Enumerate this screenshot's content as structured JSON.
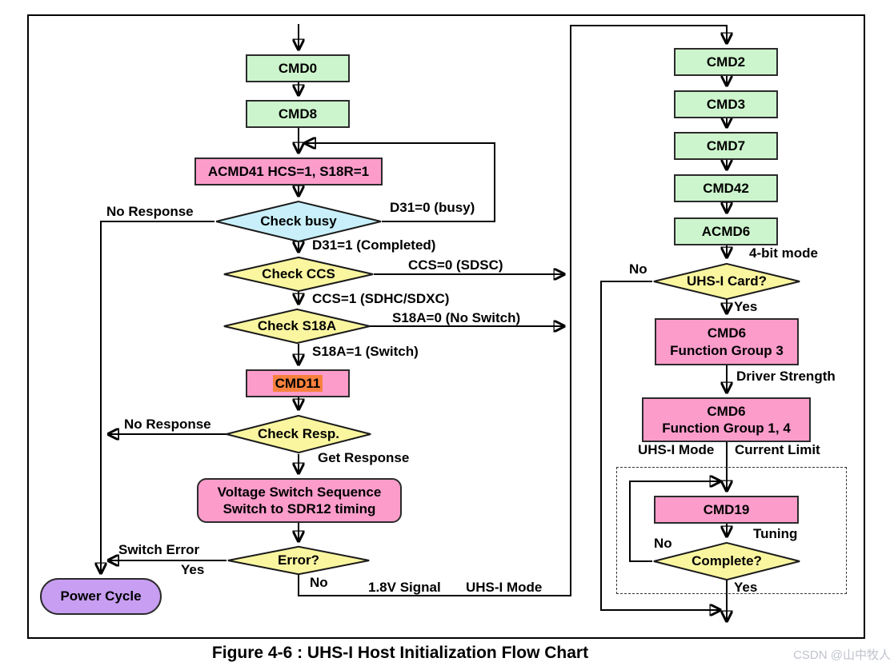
{
  "figure": {
    "caption": "Figure 4-6 : UHS-I Host Initialization Flow Chart",
    "watermark": "CSDN @山中牧人"
  },
  "colors": {
    "green_box": "#cdf5cd",
    "pink_box": "#fb9ccb",
    "yellow_diamond": "#faf6a0",
    "cyan_diamond": "#c9f0fa",
    "purple_pill": "#c79ef2",
    "cmd11_highlight": "#f8813e",
    "line": "#000000",
    "watermark": "#bfc3cc"
  },
  "nodes": {
    "cmd0": "CMD0",
    "cmd8": "CMD8",
    "acmd41": "ACMD41 HCS=1, S18R=1",
    "check_busy": "Check busy",
    "check_ccs": "Check CCS",
    "check_s18a": "Check S18A",
    "cmd11": "CMD11",
    "check_resp": "Check Resp.",
    "voltage_switch_line1": "Voltage Switch Sequence",
    "voltage_switch_line2": "Switch to SDR12 timing",
    "error": "Error?",
    "power_cycle": "Power Cycle",
    "cmd2": "CMD2",
    "cmd3": "CMD3",
    "cmd7": "CMD7",
    "cmd42": "CMD42",
    "acmd6": "ACMD6",
    "uhs1_card": "UHS-I Card?",
    "cmd6_fg3_line1": "CMD6",
    "cmd6_fg3_line2": "Function Group 3",
    "cmd6_fg14_line1": "CMD6",
    "cmd6_fg14_line2": "Function Group 1, 4",
    "cmd19": "CMD19",
    "complete": "Complete?"
  },
  "labels": {
    "no_response_busy": "No Response",
    "d31_busy": "D31=0 (busy)",
    "d31_completed": "D31=1 (Completed)",
    "ccs0": "CCS=0 (SDSC)",
    "ccs1": "CCS=1 (SDHC/SDXC)",
    "s18a0": "S18A=0 (No Switch)",
    "s18a1": "S18A=1 (Switch)",
    "no_response_resp": "No Response",
    "get_response": "Get Response",
    "switch_error": "Switch Error",
    "yes_error": "Yes",
    "no_error": "No",
    "v18_signal": "1.8V Signal",
    "uhs1_mode_signal": "UHS-I Mode",
    "four_bit_mode": "4-bit mode",
    "no_uhs1": "No",
    "yes_uhs1": "Yes",
    "driver_strength": "Driver Strength",
    "uhs1_mode": "UHS-I Mode",
    "current_limit": "Current Limit",
    "tuning": "Tuning",
    "no_complete": "No",
    "yes_complete": "Yes"
  }
}
